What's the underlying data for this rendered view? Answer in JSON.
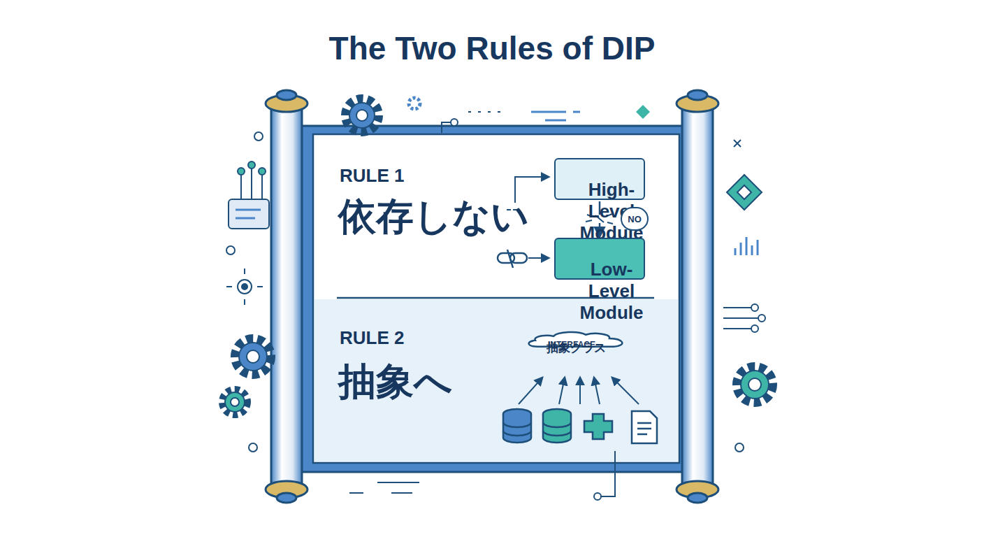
{
  "diagram": {
    "title": "The Two Rules of DIP",
    "nodes": [
      {
        "text": [
          "RULE 1",
          "依存しない"
        ]
      },
      {
        "text": [
          "High-Level Module"
        ],
        "in": 0
      },
      {
        "text": [
          "Low-Level Module"
        ],
        "in": 0
      },
      {
        "text": [
          "RULE 2",
          "抽象へ"
        ]
      },
      {
        "text": [
          "INTERFACE",
          "抽象クラス"
        ],
        "in": 3
      }
    ],
    "edges": [
      {
        "from": 1,
        "to": 2,
        "arrow": "to",
        "label": "NO"
      }
    ]
  }
}
